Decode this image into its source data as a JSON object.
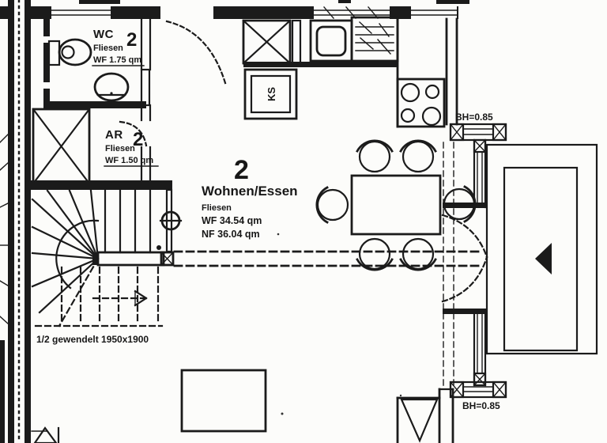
{
  "meta": {
    "type": "architectural-floor-plan",
    "storey_mark": "2"
  },
  "colors": {
    "ink": "#1b1b1b",
    "paper": "#fcfcfa"
  },
  "rooms": {
    "wc": {
      "name": "WC",
      "level": "2",
      "floor": "Fliesen",
      "area": "WF 1.75 qm"
    },
    "ar": {
      "name": "AR",
      "level": "2",
      "floor": "Fliesen",
      "area": "WF 1.50 qm"
    },
    "living": {
      "level": "2",
      "name": "Wohnen/Essen",
      "floor": "Fliesen",
      "area_wf": "WF 34.54 qm",
      "area_nf": "NF 36.04 qm"
    }
  },
  "stair": {
    "note": "1/2 gewendelt 1950x1900"
  },
  "kitchen": {
    "fridge": "KS"
  },
  "annotations": {
    "window_top": "BH=0.85",
    "window_bottom": "BH=0.85"
  }
}
